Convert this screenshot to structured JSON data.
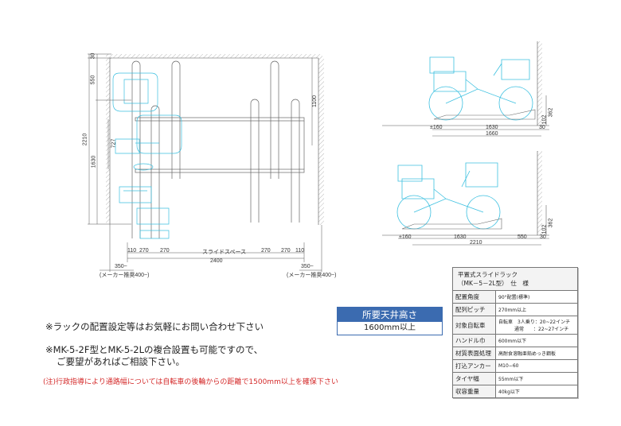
{
  "plan_view": {
    "left_dims": {
      "d30": "30",
      "d550": "550",
      "d2210": "2210",
      "d1630": "1630",
      "d727": "727"
    },
    "right_dim": "1100",
    "bottom_dims": {
      "a": "110",
      "b": "270",
      "c": "270",
      "slide": "スライドスペース",
      "d": "270",
      "e": "270",
      "f": "110",
      "total": "2400",
      "left_clear": "350~",
      "left_note": "(メーカー推奨400~)",
      "right_clear": "350~",
      "right_note": "(メーカー推奨400~)"
    }
  },
  "side_view_top": {
    "d160": "±160",
    "d1630": "1630",
    "d30": "30",
    "total": "1660",
    "h362": "362",
    "h102": "102"
  },
  "side_view_bottom": {
    "d160": "±160",
    "d1630": "1630",
    "d550": "550",
    "d30": "30",
    "total": "2210",
    "h362": "362",
    "h102": "102"
  },
  "ceiling": {
    "label": "所要天井高さ",
    "value": "1600mm以上"
  },
  "notes": [
    "※ラックの配置設定等はお気軽にお問い合わせ下さい",
    "※MK-5-2F型とMK-5-2Lの複合設置も可能ですので、",
    "ご要望があればご相談下さい。"
  ],
  "warning": "(注)行政指導により通路幅については自転車の後輪からの距離で1500mm以上を確保下さい",
  "spec": {
    "title1": "平置式スライドラック",
    "title2": "（MK－5－2L型）　仕　様",
    "rows": [
      {
        "k": "配置角度",
        "v": "90°配置(標準)"
      },
      {
        "k": "配列ピッチ",
        "v": "270mm以上"
      },
      {
        "k": "対象自転車",
        "v": "自転車　3人乗り：20~22インチ",
        "v2": "通常　　：22~27インチ"
      },
      {
        "k": "ハンドル巾",
        "v": "600mm以下"
      },
      {
        "k": "材質表面処理",
        "v": "高耐食溶融亜鉛めっき鋼板"
      },
      {
        "k": "打込アンカー",
        "v": "M10−60"
      },
      {
        "k": "タイヤ幅",
        "v": "55mm以下"
      },
      {
        "k": "収容重量",
        "v": "40kg以下"
      }
    ]
  },
  "colors": {
    "bike": "#3cc0e0",
    "line": "#555555",
    "accent": "#3b6bb0",
    "warn": "#d42a2a"
  }
}
